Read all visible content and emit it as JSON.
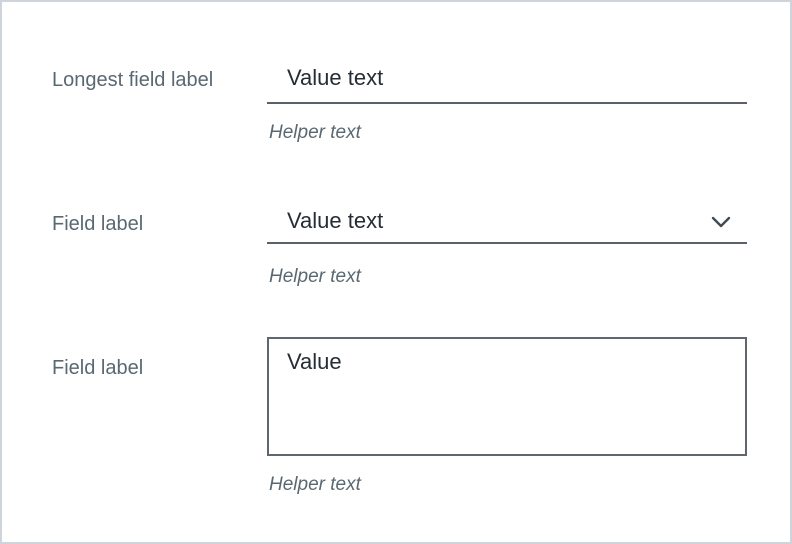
{
  "form": {
    "fields": [
      {
        "label": "Longest field label",
        "type": "text-input",
        "value": "Value text",
        "helper": "Helper text"
      },
      {
        "label": "Field label",
        "type": "select",
        "value": "Value text",
        "helper": "Helper text",
        "icon": "chevron-down-icon"
      },
      {
        "label": "Field label",
        "type": "textarea",
        "value": "Value",
        "helper": "Helper text"
      }
    ]
  },
  "colors": {
    "frame_border": "#cfd4db",
    "label_text": "#5a6872",
    "value_text": "#272d35",
    "field_underline": "#5a6168",
    "textarea_border": "#5f666d",
    "helper_text": "#5a6872",
    "chevron": "#424a54",
    "background": "#ffffff"
  }
}
